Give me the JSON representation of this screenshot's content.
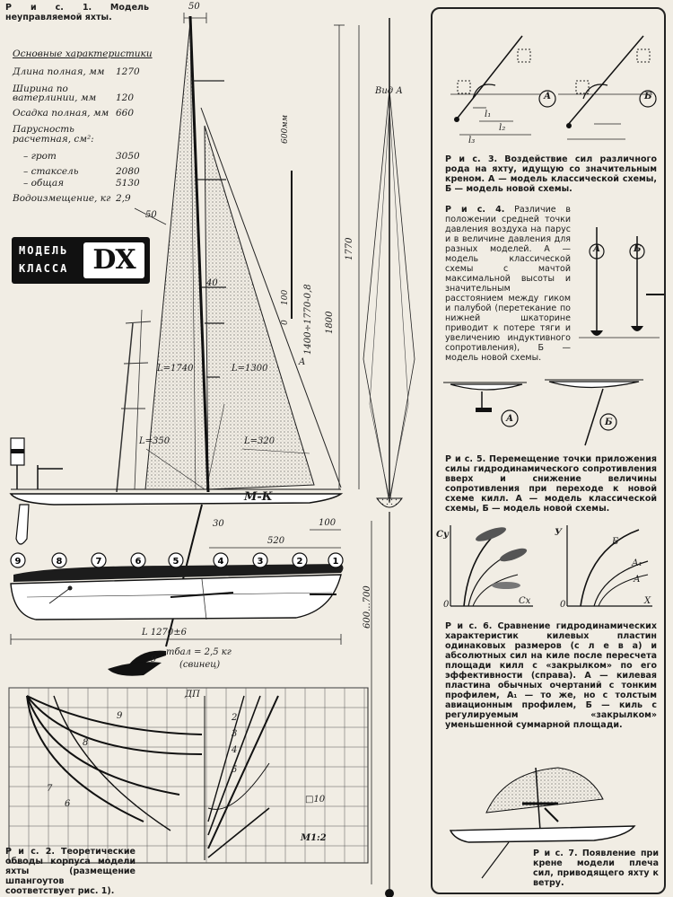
{
  "fig1": {
    "label": "Р и с. 1.",
    "text": "Модель неуправляемой яхты."
  },
  "specs": {
    "heading": "Основные характеристики",
    "rows": [
      {
        "label": "Длина полная, мм",
        "value": "1270"
      },
      {
        "label": "Ширина по",
        "value": ""
      },
      {
        "label": "ватерлинии, мм",
        "value": "120"
      },
      {
        "label": "Осадка полная, мм",
        "value": "660"
      },
      {
        "label": "Парусность",
        "value": ""
      },
      {
        "label": "расчетная, см²:",
        "value": ""
      },
      {
        "label": "– грот",
        "value": "3050"
      },
      {
        "label": "– стаксель",
        "value": "2080"
      },
      {
        "label": "– общая",
        "value": "5130"
      },
      {
        "label": "Водоизмещение, кг",
        "value": "2,9"
      }
    ]
  },
  "logo": {
    "line1": "МОДЕЛЬ",
    "line2": "КЛАССА",
    "big": "DX"
  },
  "dims": {
    "top": "50",
    "side": "50",
    "d40": "40",
    "d600": "600мм",
    "d100": "100",
    "d0": "0",
    "mast": "1400÷1770-0,8",
    "d1800": "1800",
    "d1770": "1770",
    "vidA": "Вид А",
    "arrowA": "A",
    "L1740": "L=1740",
    "L1300": "L=1300",
    "L350": "L=350",
    "L320": "L=320",
    "mk": "М-К",
    "d30": "30",
    "d520": "520",
    "d100b": "100",
    "keel": "600...700",
    "length": "L 1270±6",
    "ballast": "mбал = 2,5 кг",
    "lead": "(свинец)",
    "d9": "9"
  },
  "stations": [
    "9",
    "8",
    "7",
    "6",
    "5",
    "4",
    "3",
    "2",
    "1"
  ],
  "fig2": {
    "label": "Р и с. 2.",
    "text": "Теоретические обводы корпуса модели яхты (размещение шпангоутов соответствует рис. 1).",
    "dp": "ДП",
    "scale": "М1:2",
    "square": "□10",
    "left_nums": [
      "8",
      "9",
      "7",
      "6"
    ],
    "right_nums": [
      "2",
      "3",
      "4",
      "5"
    ]
  },
  "fig3": {
    "label": "Р и с. 3.",
    "text": "Воздействие сил различного рода на яхту, идущую со значительным креном. А — модель классической схемы, Б — модель новой схемы.",
    "A": "А",
    "B": "Б",
    "l1": "l₁",
    "l2": "l₂",
    "l3": "l₃"
  },
  "fig4": {
    "label": "Р и с. 4.",
    "text": "Различие в положении средней точки давления воздуха на парус и в величине давления для разных моделей. А — модель классической схемы с мачтой максимальной высоты и значительным расстоянием между гиком и палубой (перетекание по нижней шкаторине приводит к потере тяги и увеличению индуктивного сопротивления), Б — модель новой схемы.",
    "A": "А",
    "B": "Б"
  },
  "fig5": {
    "label": "Р и с. 5.",
    "text": "Перемещение точки приложения силы гидродинамического сопротивления вверх и снижение величины сопротивления при переходе к новой схеме килл. А — модель классической схемы, Б — модель новой схемы.",
    "A": "А",
    "B": "Б"
  },
  "fig6": {
    "label": "Р и с. 6.",
    "text": "Сравнение гидродинамических характеристик килевых пластин одинаковых размеров (с л е в а) и абсолютных сил на киле после пересчета площади килл с «закрылком» по его эффективности (справа). А — килевая пластина обычных очертаний с тонким профилем, А₁ — то же, но с толстым авиационным профилем, Б — киль с регулируемым «закрылком» уменьшенной суммарной площади.",
    "cy": "Cy",
    "cx": "Cx",
    "y": "У",
    "x": "X",
    "o": "0",
    "curveB": "Б",
    "curveA1": "А₁",
    "curveA": "А"
  },
  "fig7": {
    "label": "Р и с. 7.",
    "text": "Появление при крене модели плеча сил, приводящего яхту к ветру."
  }
}
